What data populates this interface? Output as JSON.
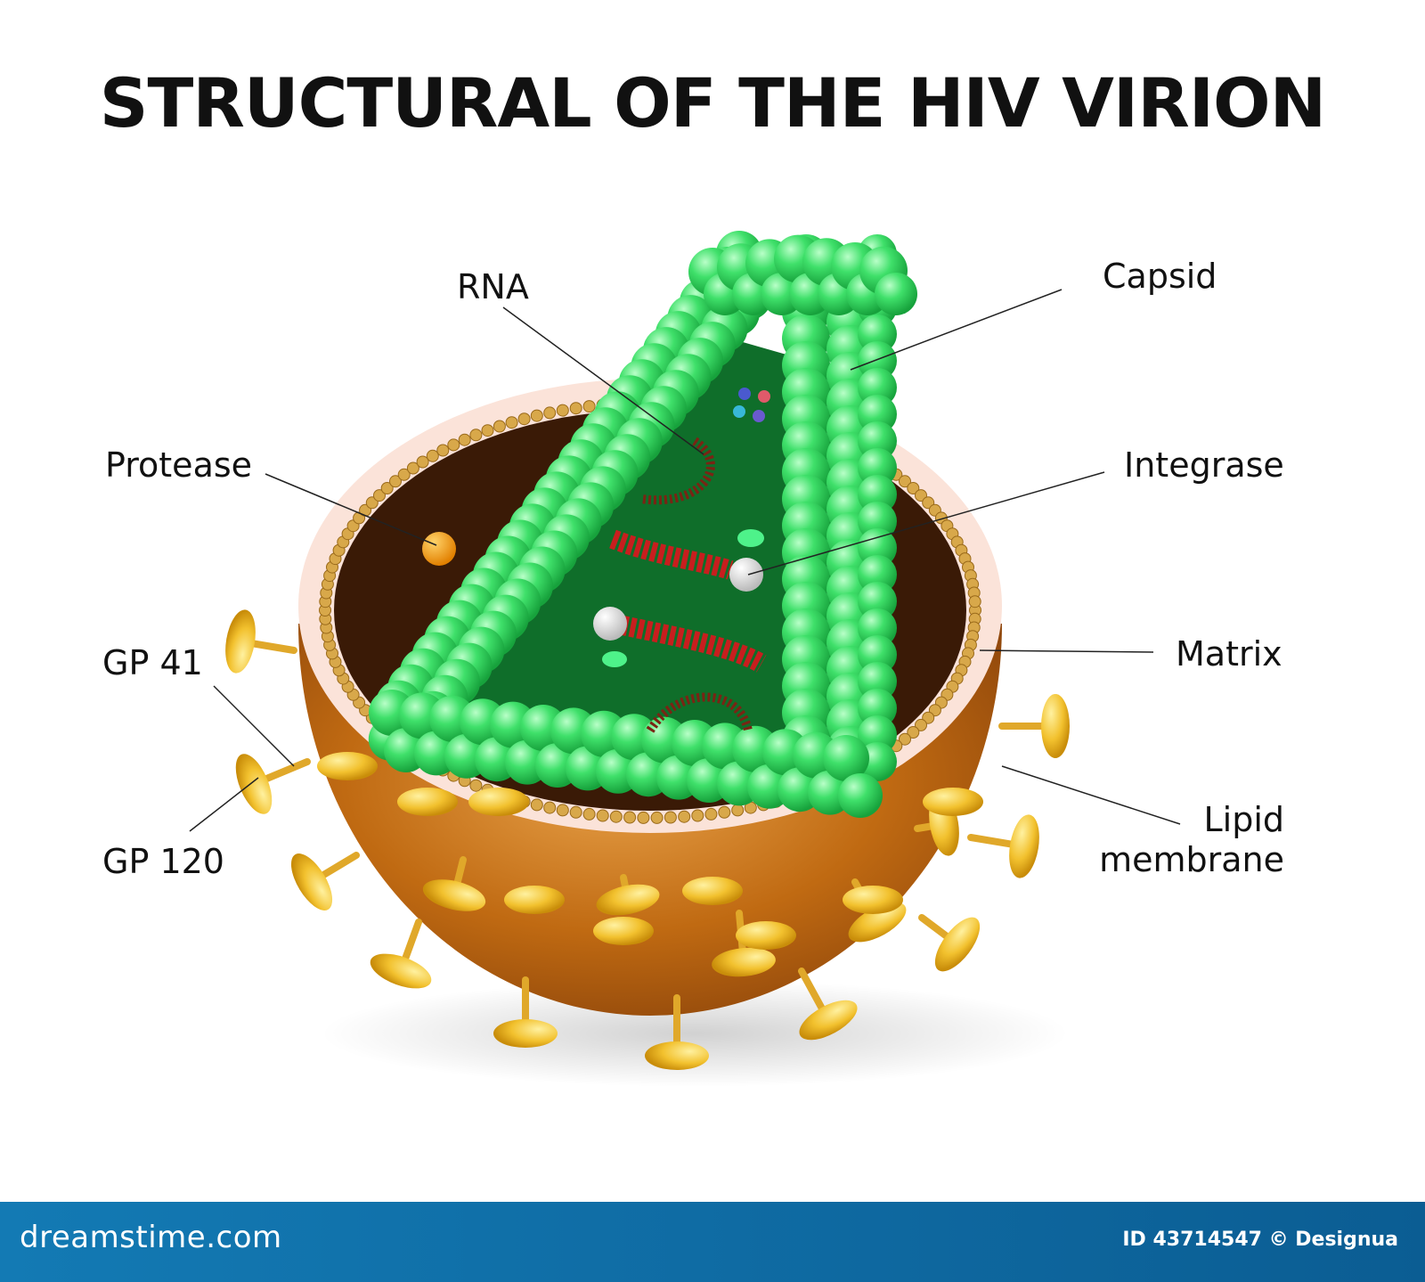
{
  "title": "STRUCTURAL OF THE HIV VIRION",
  "labels": {
    "rna": "RNA",
    "capsid": "Capsid",
    "protease": "Protease",
    "integrase": "Integrase",
    "gp41": "GP 41",
    "matrix": "Matrix",
    "gp120": "GP 120",
    "lipid": "Lipid",
    "membrane": "membrane"
  },
  "footer": {
    "brand": "dreamstime.com",
    "credit": "ID 43714547 © Designua"
  },
  "colors": {
    "capsid_green": "#3fe06a",
    "shell_brown": "#b8640f",
    "spike_gold": "#f2c12e",
    "rna_red": "#c81e1e",
    "footer_blue": "#137ab4"
  }
}
